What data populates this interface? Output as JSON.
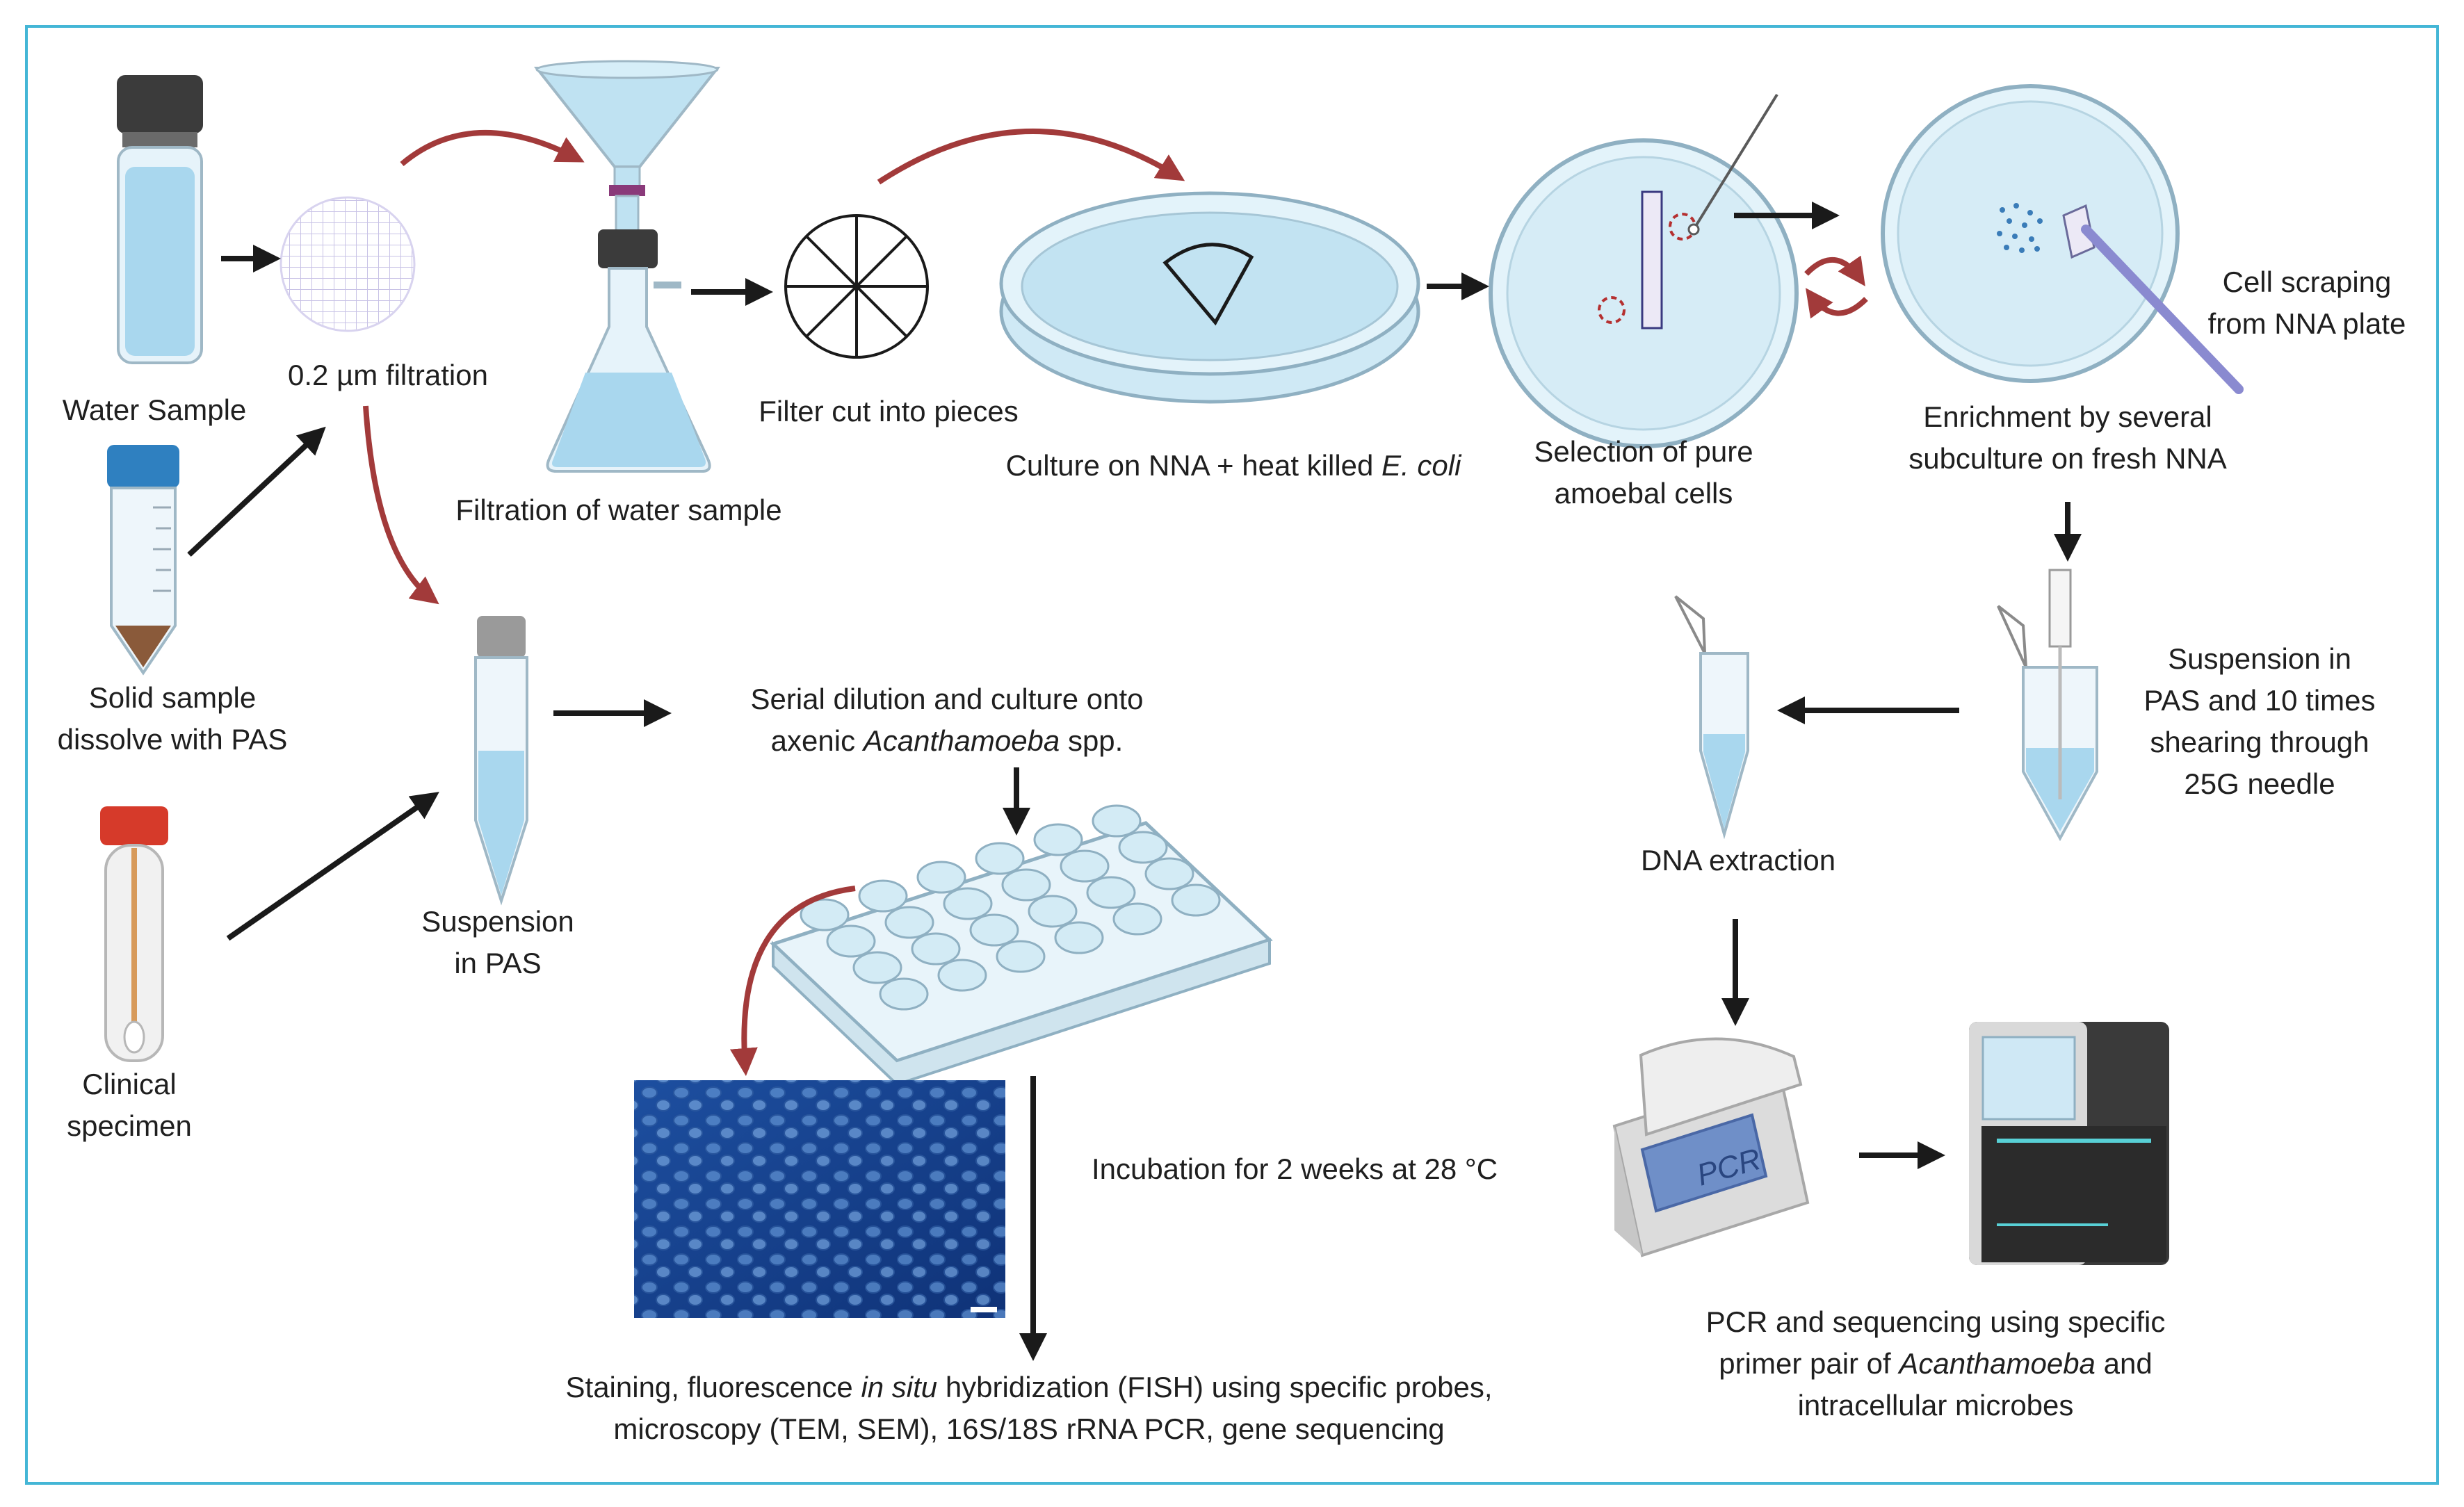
{
  "labels": {
    "water_sample": "Water Sample",
    "filtration_02": "0.2 µm filtration",
    "filtration_water": "Filtration of water sample",
    "filter_cut": "Filter cut into pieces",
    "culture_nna_pre": "Culture on NNA + heat killed ",
    "culture_nna_italic": "E. coli",
    "selection_1": "Selection of pure",
    "selection_2": "amoebal cells",
    "cell_scraping_1": "Cell scraping",
    "cell_scraping_2": "from NNA plate",
    "enrichment_1": "Enrichment by several",
    "enrichment_2": "subculture on fresh NNA",
    "solid_1": "Solid sample",
    "solid_2": "dissolve with PAS",
    "clinical_1": "Clinical",
    "clinical_2": "specimen",
    "suspension_pas_1": "Suspension",
    "suspension_pas_2": "in PAS",
    "serial_1": "Serial dilution and culture onto",
    "serial_2_pre": "axenic ",
    "serial_2_italic": "Acanthamoeba",
    "serial_2_post": " spp.",
    "shearing_1": "Suspension in",
    "shearing_2": "PAS and 10 times",
    "shearing_3": "shearing through",
    "shearing_4": "25G needle",
    "dna_extraction": "DNA extraction",
    "incubation": "Incubation for 2 weeks at 28 °C",
    "staining_1_pre": "Staining, fluorescence ",
    "staining_1_italic": "in situ",
    "staining_1_post": " hybridization (FISH) using specific probes,",
    "staining_2": "microscopy (TEM, SEM), 16S/18S rRNA PCR, gene sequencing",
    "pcr_seq_1": "PCR and sequencing using specific",
    "pcr_seq_2_pre": "primer pair of ",
    "pcr_seq_2_italic": "Acanthamoeba",
    "pcr_seq_2_post": " and",
    "pcr_seq_3": "intracellular microbes",
    "pcr_device_text": "PCR"
  },
  "colors": {
    "frame": "#44b6d6",
    "arrow_black": "#1a1a1a",
    "arrow_red": "#a23a3a",
    "liquid": "#a9d7ee",
    "glass": "#e6f3fa"
  }
}
